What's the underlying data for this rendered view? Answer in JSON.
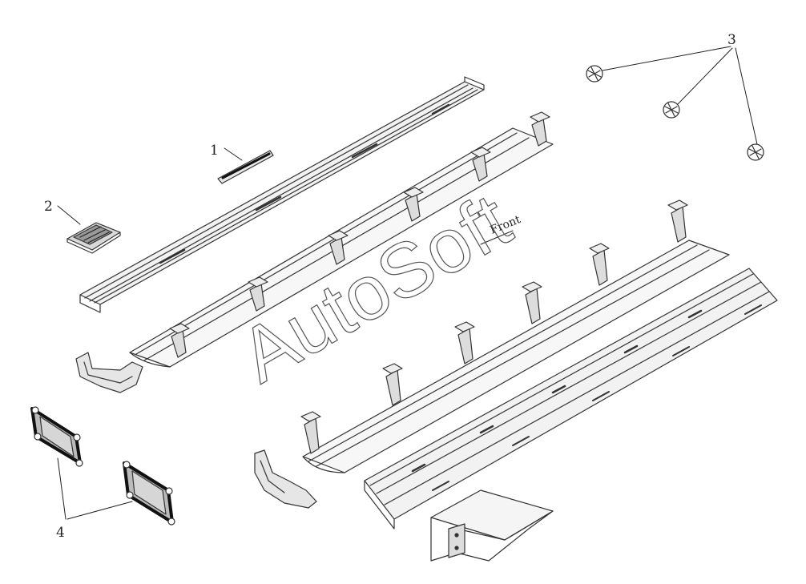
{
  "diagram": {
    "callouts": [
      {
        "id": "1",
        "label": "1"
      },
      {
        "id": "2",
        "label": "2"
      },
      {
        "id": "3",
        "label": "3"
      },
      {
        "id": "4",
        "label": "4"
      }
    ],
    "front_label": "Front",
    "watermark": "AutoSoft"
  }
}
